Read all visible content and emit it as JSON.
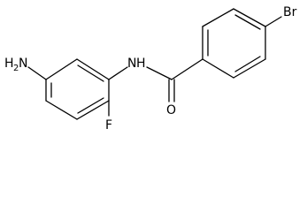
{
  "molecule": {
    "atom_labels": {
      "amine_N": "N",
      "amine_H": "H",
      "amine_H_count": "2",
      "amide_N": "N",
      "amide_H": "H",
      "carbonyl_O": "O",
      "fluorine": "F",
      "bromine": "Br"
    }
  },
  "colors": {
    "bond": "#000000",
    "text": "#000000",
    "background": "#ffffff"
  }
}
